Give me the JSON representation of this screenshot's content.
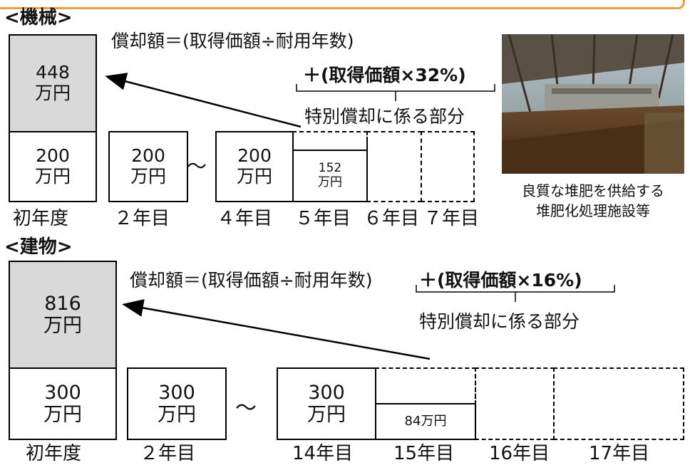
{
  "machine": {
    "heading": "<機械>",
    "formula": "償却額＝(取得価額÷耐用年数)",
    "extra": "＋(取得価額×32%)",
    "extra_note": "特別償却に係る部分",
    "y1_top_value": "448",
    "y1_top_unit": "万円",
    "y1_base_value": "200",
    "y1_base_unit": "万円",
    "y2_value": "200",
    "y2_unit": "万円",
    "tilde": "～",
    "y4_value": "200",
    "y4_unit": "万円",
    "y5_value": "152",
    "y5_unit": "万円",
    "years": [
      "初年度",
      "２年目",
      "４年目",
      "５年目",
      "６年目",
      "７年目"
    ],
    "photo_caption_1": "良質な堆肥を供給する",
    "photo_caption_2": "堆肥化処理施設等"
  },
  "building": {
    "heading": "<建物>",
    "formula": "償却額＝(取得価額÷耐用年数)",
    "extra": "＋(取得価額×16%)",
    "extra_note": "特別償却に係る部分",
    "y1_top_value": "816",
    "y1_top_unit": "万円",
    "y1_base_value": "300",
    "y1_base_unit": "万円",
    "y2_value": "300",
    "y2_unit": "万円",
    "tilde": "～",
    "y14_value": "300",
    "y14_unit": "万円",
    "y15_value": "84万円",
    "years": [
      "初年度",
      "２年目",
      "14年目",
      "15年目",
      "16年目",
      "17年目"
    ]
  },
  "colors": {
    "orange": "#f29c38",
    "gray_box": "#d9d9d9"
  }
}
